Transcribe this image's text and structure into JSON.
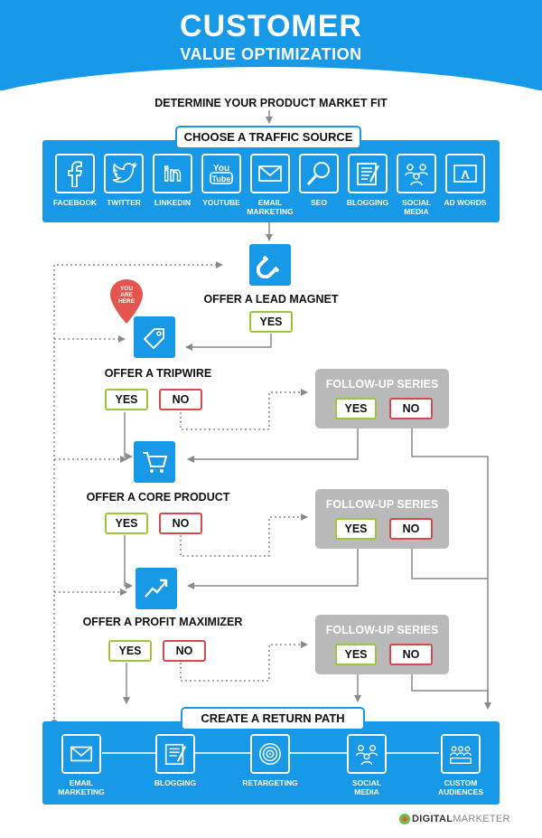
{
  "header": {
    "title_line1": "CUSTOMER",
    "title_line2": "VALUE OPTIMIZATION"
  },
  "top_step": "DETERMINE YOUR PRODUCT MARKET FIT",
  "traffic": {
    "title": "CHOOSE A TRAFFIC SOURCE",
    "sources": [
      {
        "label": "FACEBOOK",
        "icon": "facebook-icon"
      },
      {
        "label": "TWITTER",
        "icon": "twitter-icon"
      },
      {
        "label": "LINKEDIN",
        "icon": "linkedin-icon"
      },
      {
        "label": "YOUTUBE",
        "icon": "youtube-icon"
      },
      {
        "label": "EMAIL\nMARKETING",
        "icon": "email-icon"
      },
      {
        "label": "SEO",
        "icon": "magnifier-icon"
      },
      {
        "label": "BLOGGING",
        "icon": "blog-icon"
      },
      {
        "label": "SOCIAL\nMEDIA",
        "icon": "social-icon"
      },
      {
        "label": "AD WORDS",
        "icon": "adwords-icon"
      }
    ]
  },
  "youtube_text": {
    "you": "You",
    "tube": "Tube"
  },
  "linkedin_text": "in",
  "adwords_glyph": "Λ",
  "lead_magnet": {
    "label": "OFFER A LEAD MAGNET",
    "yes": "YES"
  },
  "pin": {
    "line1": "YOU",
    "line2": "ARE",
    "line3": "HERE"
  },
  "tripwire": {
    "label": "OFFER A TRIPWIRE",
    "yes": "YES",
    "no": "NO"
  },
  "core": {
    "label": "OFFER A CORE PRODUCT",
    "yes": "YES",
    "no": "NO"
  },
  "maximizer": {
    "label": "OFFER A PROFIT MAXIMIZER",
    "yes": "YES",
    "no": "NO"
  },
  "followups": [
    {
      "title": "FOLLOW-UP SERIES",
      "yes": "YES",
      "no": "NO"
    },
    {
      "title": "FOLLOW-UP SERIES",
      "yes": "YES",
      "no": "NO"
    },
    {
      "title": "FOLLOW-UP SERIES",
      "yes": "YES",
      "no": "NO"
    }
  ],
  "return_path": {
    "title": "CREATE A RETURN PATH",
    "items": [
      {
        "label": "EMAIL\nMARKETING",
        "icon": "email-icon"
      },
      {
        "label": "BLOGGING",
        "icon": "blog-icon"
      },
      {
        "label": "RETARGETING",
        "icon": "target-icon"
      },
      {
        "label": "SOCIAL\nMEDIA",
        "icon": "social-icon"
      },
      {
        "label": "CUSTOM\nAUDIENCES",
        "icon": "audience-icon"
      }
    ]
  },
  "brand": {
    "part1": "DIGITAL",
    "part2": "MARKETER"
  },
  "colors": {
    "blue": "#1899e8",
    "grey": "#b9b9b9",
    "yes_green": "#9cc63b",
    "no_red": "#d8484d",
    "pin_red": "#e4554f"
  }
}
